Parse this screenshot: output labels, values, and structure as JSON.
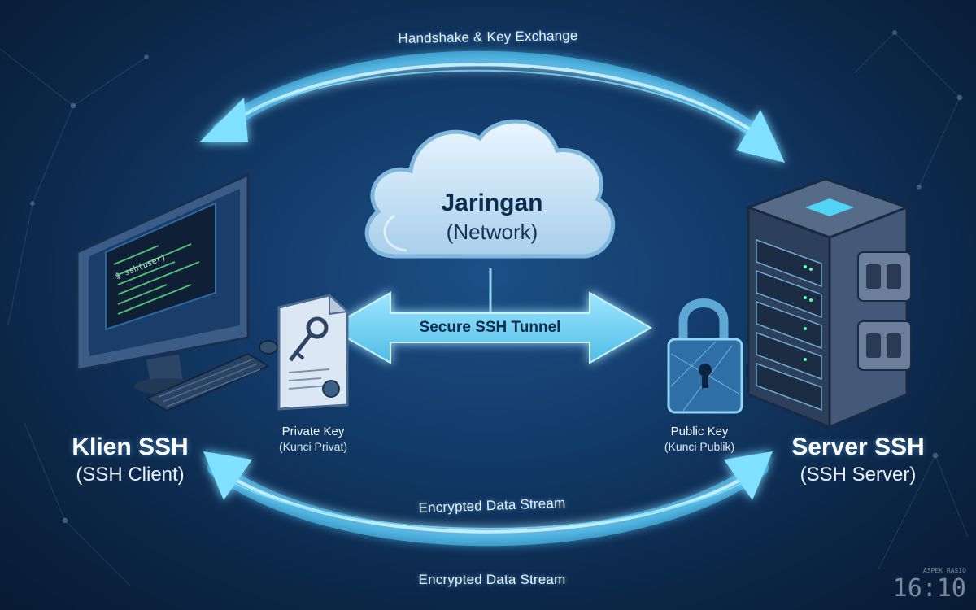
{
  "arrows": {
    "top_label": "Handshake & Key Exchange",
    "bottom_label_1": "Encrypted Data Stream",
    "bottom_label_2": "Encrypted Data Stream"
  },
  "network": {
    "title": "Jaringan",
    "subtitle": "(Network)"
  },
  "tunnel": {
    "label": "Secure SSH Tunnel"
  },
  "client": {
    "title": "Klien SSH",
    "subtitle": "(SSH Client)",
    "terminal_prompt": "$ ssh(user)"
  },
  "server": {
    "title": "Server SSH",
    "subtitle": "(SSH Server)"
  },
  "private_key": {
    "title": "Private Key",
    "subtitle": "(Kunci Privat)"
  },
  "public_key": {
    "title": "Public Key",
    "subtitle": "(Kunci Publik)"
  },
  "corner": {
    "small": "ASPEK RASIO",
    "ratio": "16:10"
  },
  "colors": {
    "glow": "#5fd3ff",
    "tunnel": "#7fd9f5",
    "cloud": "#cfe6f7"
  }
}
